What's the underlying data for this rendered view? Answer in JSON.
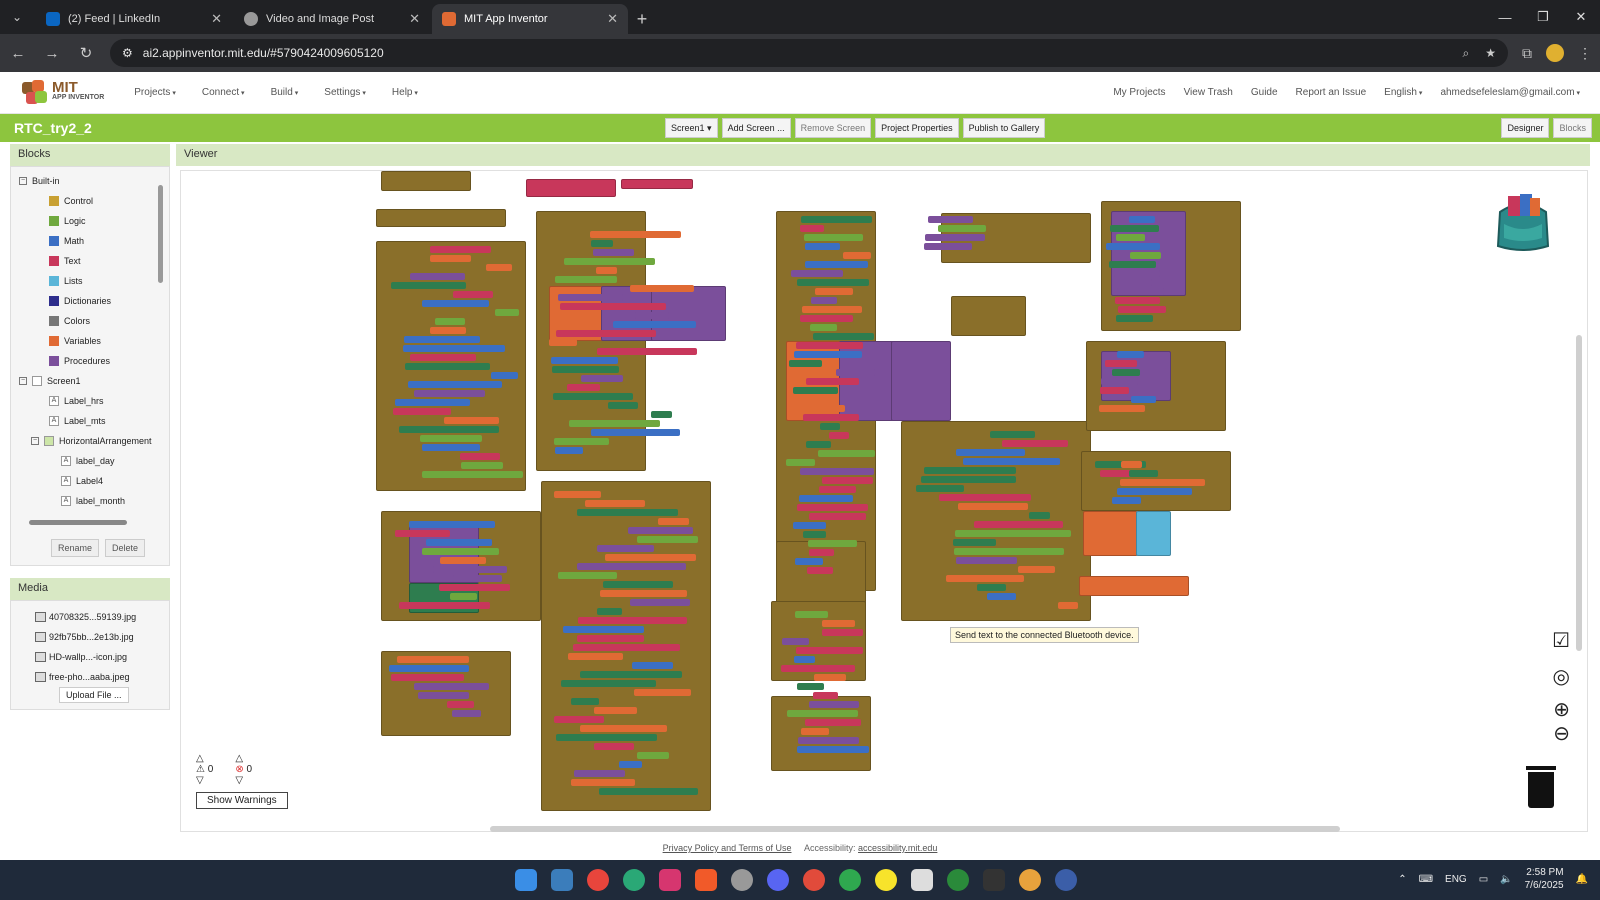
{
  "browser": {
    "tabs": [
      {
        "label": "(2) Feed | LinkedIn",
        "active": false
      },
      {
        "label": "Video and Image Post",
        "active": false
      },
      {
        "label": "MIT App Inventor",
        "active": true
      }
    ],
    "url": "ai2.appinventor.mit.edu/#5790424009605120"
  },
  "app": {
    "logo_main": "MIT",
    "logo_sub": "APP INVENTOR",
    "menus": [
      "Projects",
      "Connect",
      "Build",
      "Settings",
      "Help"
    ],
    "right_menus": [
      "My Projects",
      "View Trash",
      "Guide",
      "Report an Issue",
      "English",
      "ahmedsefeleslam@gmail.com"
    ],
    "project_name": "RTC_try2_2",
    "screen_selector": "Screen1",
    "toolbar_buttons": [
      "Add Screen ...",
      "Remove Screen",
      "Project Properties",
      "Publish to Gallery"
    ],
    "view_buttons": [
      "Designer",
      "Blocks"
    ]
  },
  "blocks_panel": {
    "title": "Blocks",
    "builtin_label": "Built-in",
    "builtin": [
      {
        "label": "Control",
        "color": "#c8a032"
      },
      {
        "label": "Logic",
        "color": "#6fa83e"
      },
      {
        "label": "Math",
        "color": "#3b6fc4"
      },
      {
        "label": "Text",
        "color": "#c8375b"
      },
      {
        "label": "Lists",
        "color": "#5ab5d8"
      },
      {
        "label": "Dictionaries",
        "color": "#2d2d8c"
      },
      {
        "label": "Colors",
        "color": "#777777"
      },
      {
        "label": "Variables",
        "color": "#e06a34"
      },
      {
        "label": "Procedures",
        "color": "#7b4f9b"
      }
    ],
    "screen_label": "Screen1",
    "components": [
      "Label_hrs",
      "Label_mts",
      "HorizontalArrangement"
    ],
    "sub_components": [
      "label_day",
      "Label4",
      "label_month"
    ],
    "rename": "Rename",
    "delete": "Delete"
  },
  "media": {
    "title": "Media",
    "files": [
      "40708325...59139.jpg",
      "92fb75bb...2e13b.jpg",
      "HD-wallp...-icon.jpg",
      "free-pho...aaba.jpeg"
    ],
    "upload": "Upload File ..."
  },
  "viewer": {
    "title": "Viewer",
    "tooltip": "Send text to the connected Bluetooth device.",
    "warnings_count": "0",
    "errors_count": "0",
    "show_warnings": "Show Warnings"
  },
  "footer": {
    "privacy": "Privacy Policy and Terms of Use",
    "accessibility_label": "Accessibility:",
    "accessibility_link": "accessibility.mit.edu"
  },
  "taskbar": {
    "lang": "ENG",
    "time": "2:58 PM",
    "date": "7/6/2025"
  },
  "colors": {
    "toolbar_green": "#8dc53e",
    "control": "#c8a032",
    "text": "#c8375b",
    "math": "#3b6fc4",
    "variables": "#e06a34",
    "procedures": "#7b4f9b",
    "component_green": "#2e7d4f",
    "lists": "#5ab5d8"
  }
}
